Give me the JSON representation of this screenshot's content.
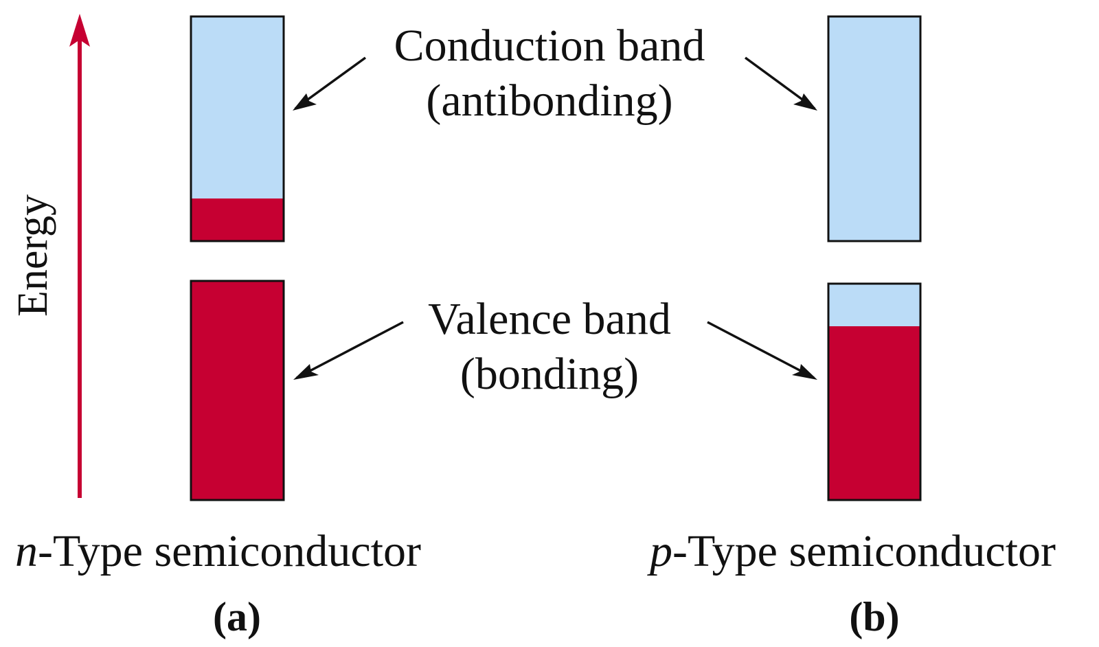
{
  "axis": {
    "label": "Energy"
  },
  "annotations": {
    "conduction": {
      "line1": "Conduction band",
      "line2": "(antibonding)"
    },
    "valence": {
      "line1": "Valence band",
      "line2": "(bonding)"
    }
  },
  "panels": [
    {
      "prefix": "n",
      "suffix": "-Type semiconductor",
      "caption": "(a)"
    },
    {
      "prefix": "p",
      "suffix": "-Type semiconductor",
      "caption": "(b)"
    }
  ],
  "colors": {
    "empty_band": "#BBDCF7",
    "filled_band": "#C60032",
    "energy_arrow": "#C60032",
    "outline": "#111111"
  }
}
